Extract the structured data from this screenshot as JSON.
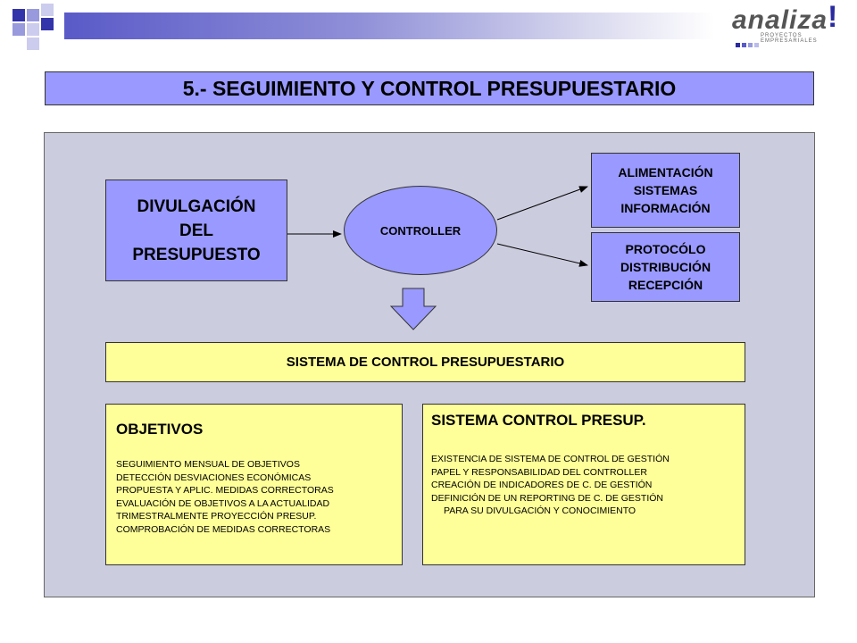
{
  "header": {
    "logo_word": "analiza",
    "logo_excl": "!",
    "logo_sub": "PROYECTOS EMPRESARIALES",
    "accent": "#5a5ac8"
  },
  "title": "5.- SEGUIMIENTO Y CONTROL PRESUPUESTARIO",
  "diagram": {
    "divulgacion": [
      "DIVULGACIÓN",
      "DEL",
      "PRESUPUESTO"
    ],
    "controller": "CONTROLLER",
    "alimentacion": [
      "ALIMENTACIÓN",
      "SISTEMAS",
      "INFORMACIÓN"
    ],
    "protocolo": [
      "PROTOCÓLO",
      "DISTRIBUCIÓN",
      "RECEPCIÓN"
    ],
    "sistema_title": "SISTEMA DE CONTROL PRESUPUESTARIO",
    "objetivos": {
      "heading": "OBJETIVOS",
      "items": [
        "SEGUIMIENTO MENSUAL DE OBJETIVOS",
        "DETECCIÓN DESVIACIONES ECONÓMICAS",
        "PROPUESTA Y APLIC.  MEDIDAS CORRECTORAS",
        "EVALUACIÓN DE OBJETIVOS A LA ACTUALIDAD",
        "TRIMESTRALMENTE PROYECCIÓN PRESUP.",
        "COMPROBACIÓN  DE MEDIDAS CORRECTORAS"
      ]
    },
    "sistema_control": {
      "heading": "SISTEMA CONTROL PRESUP.",
      "items": [
        "EXISTENCIA DE SISTEMA DE CONTROL  DE GESTIÓN",
        "PAPEL Y RESPONSABILIDAD  DEL CONTROLLER",
        "CREACIÓN  DE INDICADORES  DE C. DE GESTIÓN",
        "DEFINICIÓN  DE UN REPORTING DE C. DE GESTIÓN",
        "PARA SU DIVULGACIÓN  Y CONOCIMIENTO"
      ]
    }
  },
  "colors": {
    "blue_box": "#9999ff",
    "panel": "#ccccdf",
    "yellow_box": "#ffff99"
  }
}
